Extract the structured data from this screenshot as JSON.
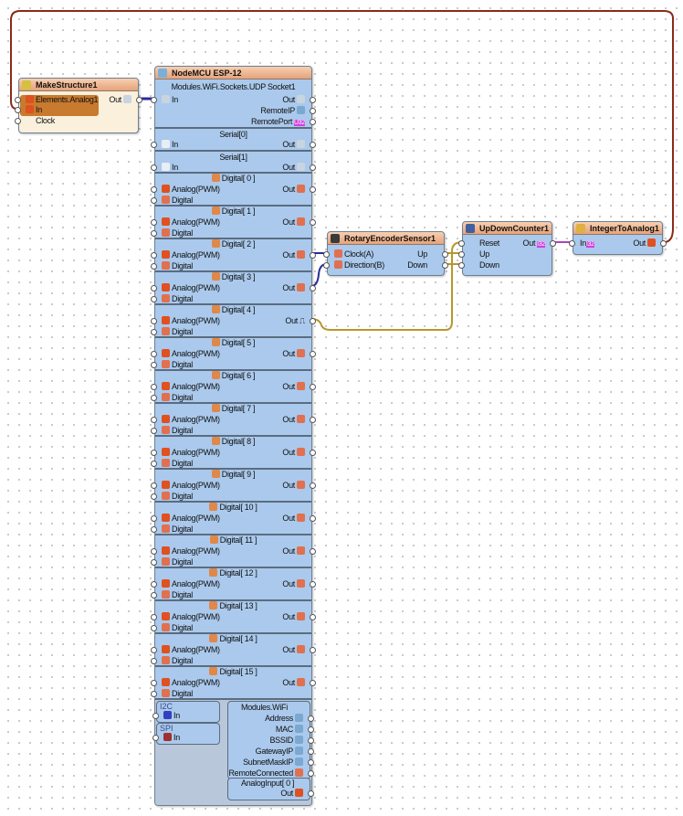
{
  "make_structure": {
    "title": "MakeStructure1",
    "out": "Out",
    "element": "Elements.Analog1",
    "in": "In",
    "clock": "Clock"
  },
  "nodemcu": {
    "title": "NodeMCU ESP-12",
    "udp": {
      "title": "Modules.WiFi.Sockets.UDP Socket1",
      "in": "In",
      "out": "Out",
      "remote_ip": "RemoteIP",
      "remote_port": "RemotePort",
      "port_badge": "U32"
    },
    "serial": [
      {
        "title": "Serial[0]",
        "in": "In",
        "out": "Out"
      },
      {
        "title": "Serial[1]",
        "in": "In",
        "out": "Out"
      }
    ],
    "digital": [
      {
        "title": "Digital[ 0 ]"
      },
      {
        "title": "Digital[ 1 ]"
      },
      {
        "title": "Digital[ 2 ]"
      },
      {
        "title": "Digital[ 3 ]"
      },
      {
        "title": "Digital[ 4 ]"
      },
      {
        "title": "Digital[ 5 ]"
      },
      {
        "title": "Digital[ 6 ]"
      },
      {
        "title": "Digital[ 7 ]"
      },
      {
        "title": "Digital[ 8 ]"
      },
      {
        "title": "Digital[ 9 ]"
      },
      {
        "title": "Digital[ 10 ]"
      },
      {
        "title": "Digital[ 11 ]"
      },
      {
        "title": "Digital[ 12 ]"
      },
      {
        "title": "Digital[ 13 ]"
      },
      {
        "title": "Digital[ 14 ]"
      },
      {
        "title": "Digital[ 15 ]"
      }
    ],
    "digital_rows": {
      "analog": "Analog(PWM)",
      "digital": "Digital",
      "out": "Out"
    },
    "i2c": {
      "title": "I2C",
      "in": "In"
    },
    "spi": {
      "title": "SPI",
      "in": "In"
    },
    "wifi": {
      "title": "Modules.WiFi",
      "outputs": [
        "Address",
        "MAC",
        "BSSID",
        "GatewayIP",
        "SubnetMaskIP",
        "RemoteConnected"
      ]
    },
    "analog_input": {
      "title": "AnalogInput[ 0 ]",
      "out": "Out"
    }
  },
  "rotary": {
    "title": "RotaryEncoderSensor1",
    "clock": "Clock(A)",
    "direction": "Direction(B)",
    "up": "Up",
    "down": "Down"
  },
  "counter": {
    "title": "UpDownCounter1",
    "reset": "Reset",
    "up": "Up",
    "down": "Down",
    "out": "Out",
    "badge": "I32"
  },
  "int_to_analog": {
    "title": "IntegerToAnalog1",
    "in": "In",
    "out": "Out",
    "badge": "I32"
  },
  "colors": {
    "wire_blue": "#2a2a9a",
    "wire_gold": "#b8962e",
    "wire_red": "#8b2a1a",
    "wire_purple": "#b040c0"
  }
}
